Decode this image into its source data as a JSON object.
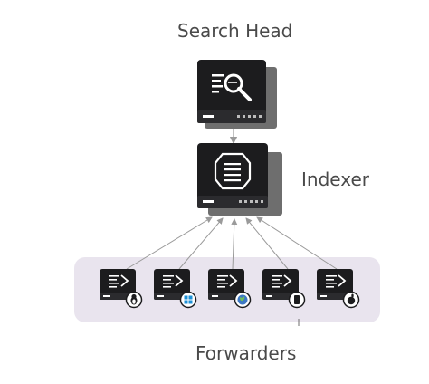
{
  "labels": {
    "search_head": "Search Head",
    "indexer": "Indexer",
    "forwarders": "Forwarders"
  },
  "forwarders": [
    {
      "os_icon": "linux-tux-icon"
    },
    {
      "os_icon": "windows-icon"
    },
    {
      "os_icon": "globe-icon"
    },
    {
      "os_icon": "mobile-device-icon"
    },
    {
      "os_icon": "apple-icon"
    }
  ],
  "colors": {
    "server_body": "#1c1c1e",
    "server_shadow": "#6e6e6e",
    "panel": "#e9e4ee",
    "arrow": "#9a9a9a",
    "label": "#4a4a4a"
  }
}
